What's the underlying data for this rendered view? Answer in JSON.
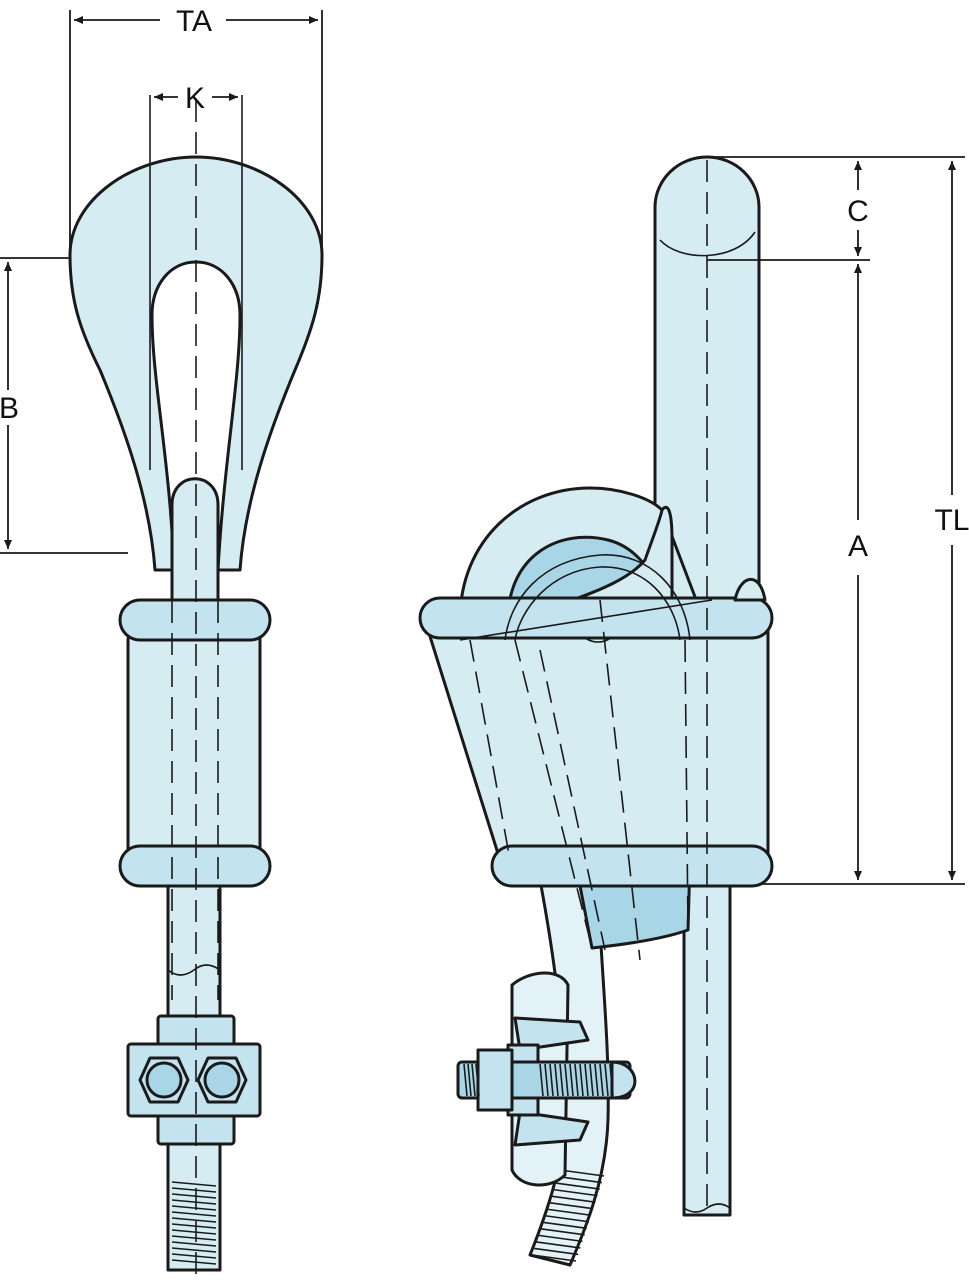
{
  "colors": {
    "fill_light": "#d6ecf3",
    "fill_mid": "#c3e3ee",
    "fill_dark": "#a9d6e6",
    "outline": "#1a1a1a"
  },
  "labels": {
    "ta": "TA",
    "k": "K",
    "b": "B",
    "c": "C",
    "a": "A",
    "tl": "TL"
  }
}
